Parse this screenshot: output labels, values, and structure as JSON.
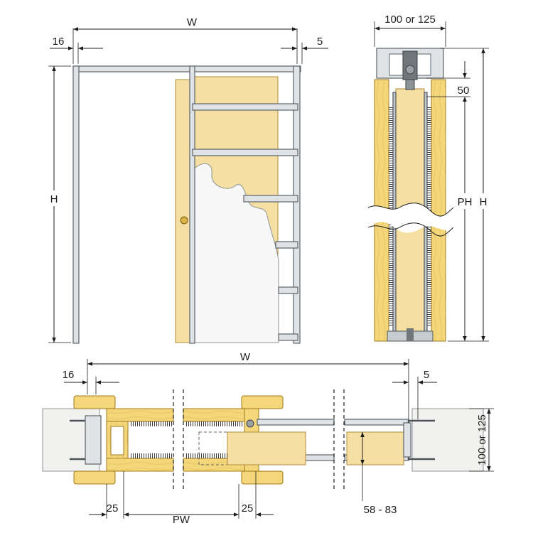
{
  "front_view": {
    "dims": {
      "width": "W",
      "height": "H",
      "left_gap": "16",
      "right_gap": "5"
    }
  },
  "side_section": {
    "dims": {
      "thickness": "100 or 125",
      "head": "50",
      "passage_height": "PH",
      "height": "H"
    }
  },
  "plan_section": {
    "dims": {
      "width": "W",
      "left_gap": "16",
      "right_gap": "5",
      "thickness": "100 or 125",
      "left_jamb": "25",
      "passage_width": "PW",
      "right_jamb": "25",
      "door_thickness": "58 - 83"
    }
  },
  "colors": {
    "steel": "#dfe3e6",
    "wood": "#f3d77a",
    "door": "#f6dfa3",
    "wall": "#f1f1ef",
    "plasterboard": "#ffffff"
  }
}
